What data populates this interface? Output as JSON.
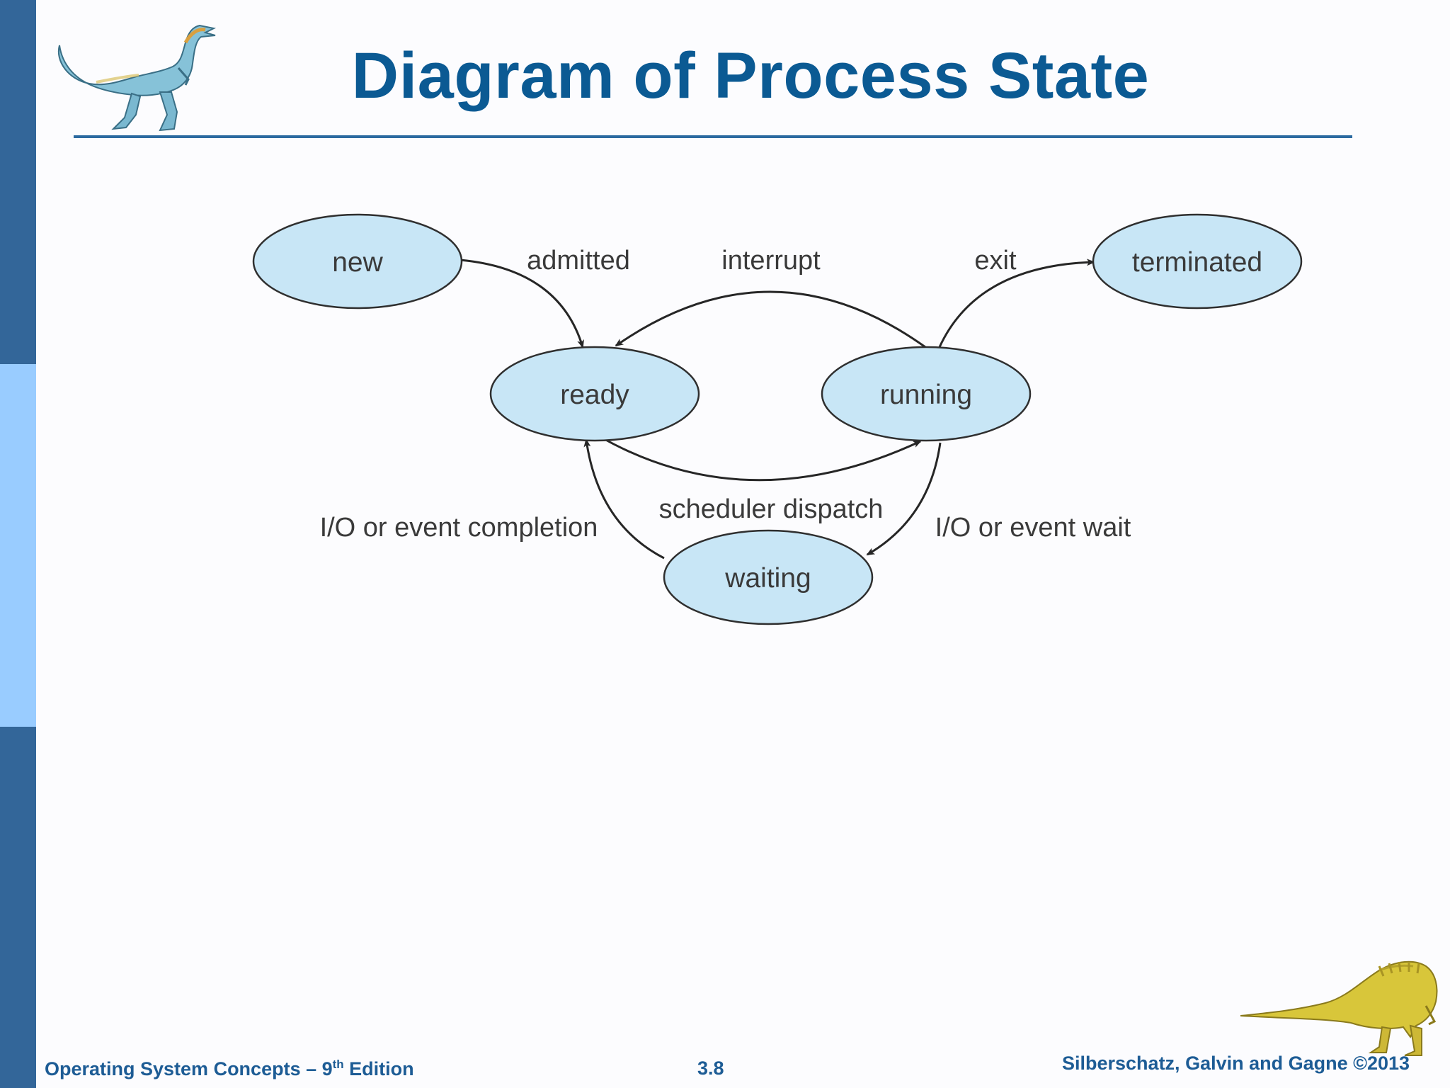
{
  "slide": {
    "title": "Diagram of Process State"
  },
  "diagram": {
    "states": {
      "new": "new",
      "ready": "ready",
      "running": "running",
      "waiting": "waiting",
      "terminated": "terminated"
    },
    "transitions": {
      "admitted": "admitted",
      "interrupt": "interrupt",
      "exit": "exit",
      "scheduler_dispatch": "scheduler dispatch",
      "io_wait": "I/O or event wait",
      "io_completion": "I/O or event completion"
    }
  },
  "footer": {
    "book_title": "Operating System Concepts – 9",
    "edition_sup": "th",
    "edition_suffix": " Edition",
    "slide_number": "3.8",
    "copyright": "Silberschatz, Galvin and Gagne ©2013"
  },
  "colors": {
    "sidebar_dark": "#336699",
    "sidebar_light": "#99ccff",
    "title": "#0b5a93",
    "state_fill": "#c8e6f6"
  },
  "icons": [
    "dinosaur-logo-icon",
    "dinosaur-footer-icon"
  ]
}
